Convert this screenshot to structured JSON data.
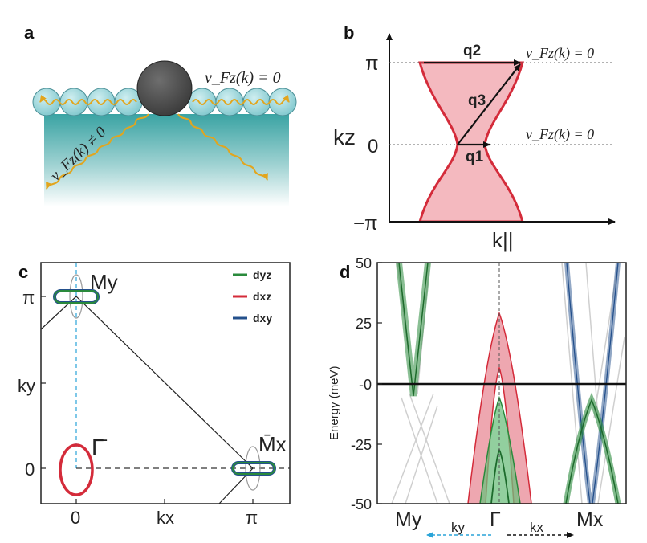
{
  "panel_a": {
    "label": "a",
    "vel_zero": "v_Fz(k) = 0",
    "vel_nonzero": "v_Fz(k) ≠ 0"
  },
  "panel_b": {
    "label": "b",
    "y_ticks": [
      "π",
      "0",
      "−π"
    ],
    "y_axis_label": "kz",
    "x_axis_label": "k||",
    "q_labels": [
      "q2",
      "q3",
      "q1"
    ],
    "vel_zero_top": "v_Fz(k) = 0",
    "vel_zero_mid": "v_Fz(k) = 0",
    "colors": {
      "fill": "#f4b9bf",
      "edge": "#d42b3a"
    }
  },
  "panel_c": {
    "label": "c",
    "y_ticks": [
      "π",
      "0"
    ],
    "x_ticks": [
      "0",
      "π"
    ],
    "y_axis_label": "ky",
    "x_axis_label": "kx",
    "point_labels": {
      "My": "My",
      "Gamma": "Γ̄",
      "Mx": "M̄x"
    },
    "legend": [
      {
        "name": "dyz",
        "color": "#2a8a3c"
      },
      {
        "name": "dxz",
        "color": "#d42b3a"
      },
      {
        "name": "dxy",
        "color": "#24508c"
      }
    ]
  },
  "panel_d": {
    "label": "d",
    "y_ticks": [
      "50",
      "25",
      "-0",
      "-25",
      "-50"
    ],
    "y_axis_label": "Energy (meV)",
    "x_labels": [
      "My",
      "Γ",
      "Mx"
    ],
    "bottom_labels": [
      "ky",
      "kx"
    ],
    "ylim": [
      -50,
      50
    ]
  }
}
